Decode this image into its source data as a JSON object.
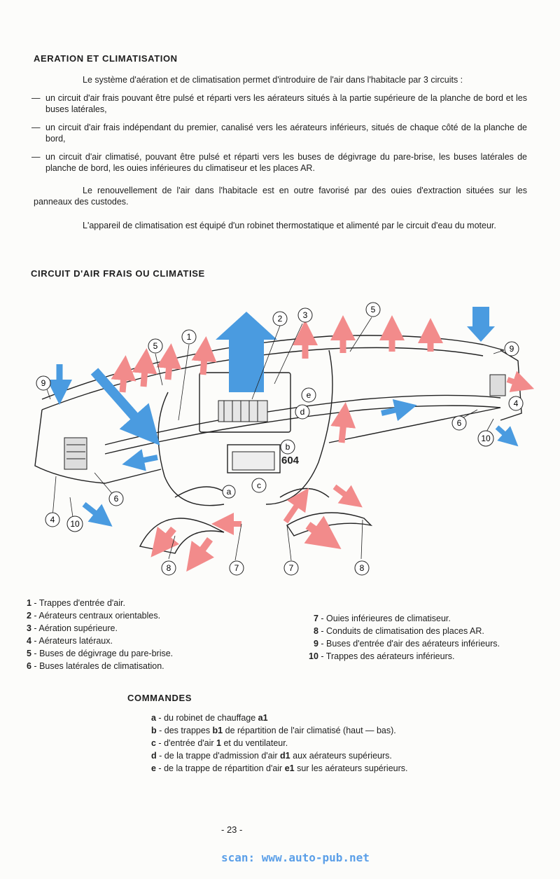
{
  "section1": {
    "title": "AERATION ET CLIMATISATION",
    "intro": "Le système d'aération et de climatisation permet d'introduire de l'air dans l'habitacle par 3 circuits :",
    "bullets": [
      "un circuit d'air frais pouvant être pulsé et réparti vers les aérateurs situés à la partie supérieure de la planche de bord et les buses latérales,",
      "un circuit d'air frais indépendant du premier, canalisé vers les aérateurs inférieurs, situés de chaque côté de la planche de bord,",
      "un circuit d'air climatisé, pouvant être pulsé et réparti vers les buses de dégivrage du pare-brise, les buses latérales de planche de bord, les ouies inférieures du climatiseur et les places AR."
    ],
    "para2": "Le renouvellement de l'air dans l'habitacle est en outre favorisé par des ouies d'extraction situées sur les panneaux des custodes.",
    "para3": "L'appareil de climatisation est équipé d'un robinet thermostatique et alimenté par le circuit d'eau du moteur."
  },
  "section2": {
    "title": "CIRCUIT D'AIR FRAIS OU CLIMATISE"
  },
  "diagram": {
    "callouts": [
      "1",
      "2",
      "3",
      "4",
      "5",
      "6",
      "7",
      "8",
      "9",
      "10"
    ],
    "letters": [
      "a",
      "b",
      "c",
      "d",
      "e"
    ],
    "badge": "604",
    "colors": {
      "fresh_air": "#4a9be0",
      "conditioned_air": "#f28b8b",
      "line": "#222222"
    }
  },
  "legend_left": [
    {
      "num": "1",
      "text": "Trappes d'entrée d'air."
    },
    {
      "num": "2",
      "text": "Aérateurs centraux orientables."
    },
    {
      "num": "3",
      "text": "Aération supérieure."
    },
    {
      "num": "4",
      "text": "Aérateurs latéraux."
    },
    {
      "num": "5",
      "text": "Buses de dégivrage du pare-brise."
    },
    {
      "num": "6",
      "text": "Buses latérales de climatisation."
    }
  ],
  "legend_right": [
    {
      "num": "7",
      "text": "Ouies inférieures de climatiseur."
    },
    {
      "num": "8",
      "text": "Conduits de climatisation des places AR."
    },
    {
      "num": "9",
      "text": "Buses d'entrée d'air des aérateurs inférieurs."
    },
    {
      "num": "10",
      "text": "Trappes des aérateurs inférieurs."
    }
  ],
  "commandes": {
    "title": "COMMANDES",
    "items": [
      {
        "letter": "a",
        "pre": "du robinet de chauffage ",
        "code": "a1",
        "post": ""
      },
      {
        "letter": "b",
        "pre": "des trappes ",
        "code": "b1",
        "post": " de répartition de l'air climatisé (haut — bas)."
      },
      {
        "letter": "c",
        "pre": "d'entrée d'air ",
        "code": "1",
        "post": " et du ventilateur."
      },
      {
        "letter": "d",
        "pre": "de la trappe d'admission d'air ",
        "code": "d1",
        "post": " aux aérateurs supérieurs."
      },
      {
        "letter": "e",
        "pre": "de la trappe de répartition d'air ",
        "code": "e1",
        "post": " sur les aérateurs supérieurs."
      }
    ]
  },
  "page_number": "- 23 -",
  "footer_scan": "scan: www.auto-pub.net"
}
